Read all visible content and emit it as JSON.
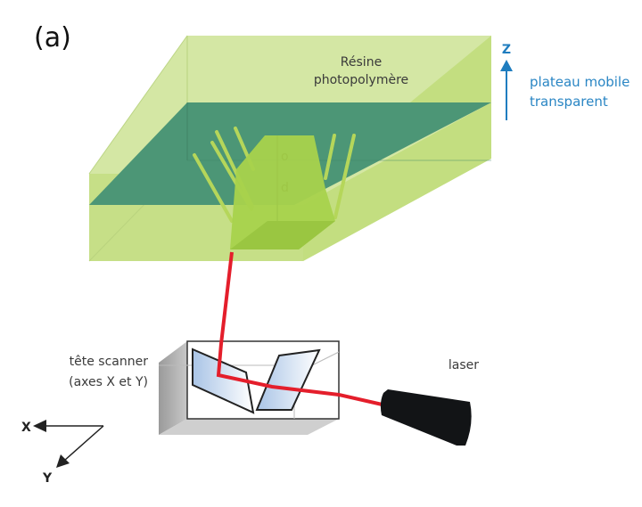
{
  "figure": {
    "panel_label": "(a)",
    "resin_label_line1": "Résine",
    "resin_label_line2": "photopolymère",
    "z_axis_label": "Z",
    "platform_label_line1": "plateau mobile",
    "platform_label_line2": "transparent",
    "scanner_label_line1": "tête scanner",
    "scanner_label_line2": "(axes X et Y)",
    "laser_label": "laser",
    "x_axis_label": "X",
    "y_axis_label": "Y"
  },
  "colors": {
    "resin_light": "#d3e6a0",
    "resin_mid": "#c2dd7e",
    "platform_dark": "#4a9474",
    "object_green": "#a6d14a",
    "laser_beam": "#e41e2b",
    "accent_blue": "#1f7dbf",
    "mirror_blue": "#b9d1ea",
    "laser_body": "#121416",
    "text_dark": "#3a3a3a"
  }
}
